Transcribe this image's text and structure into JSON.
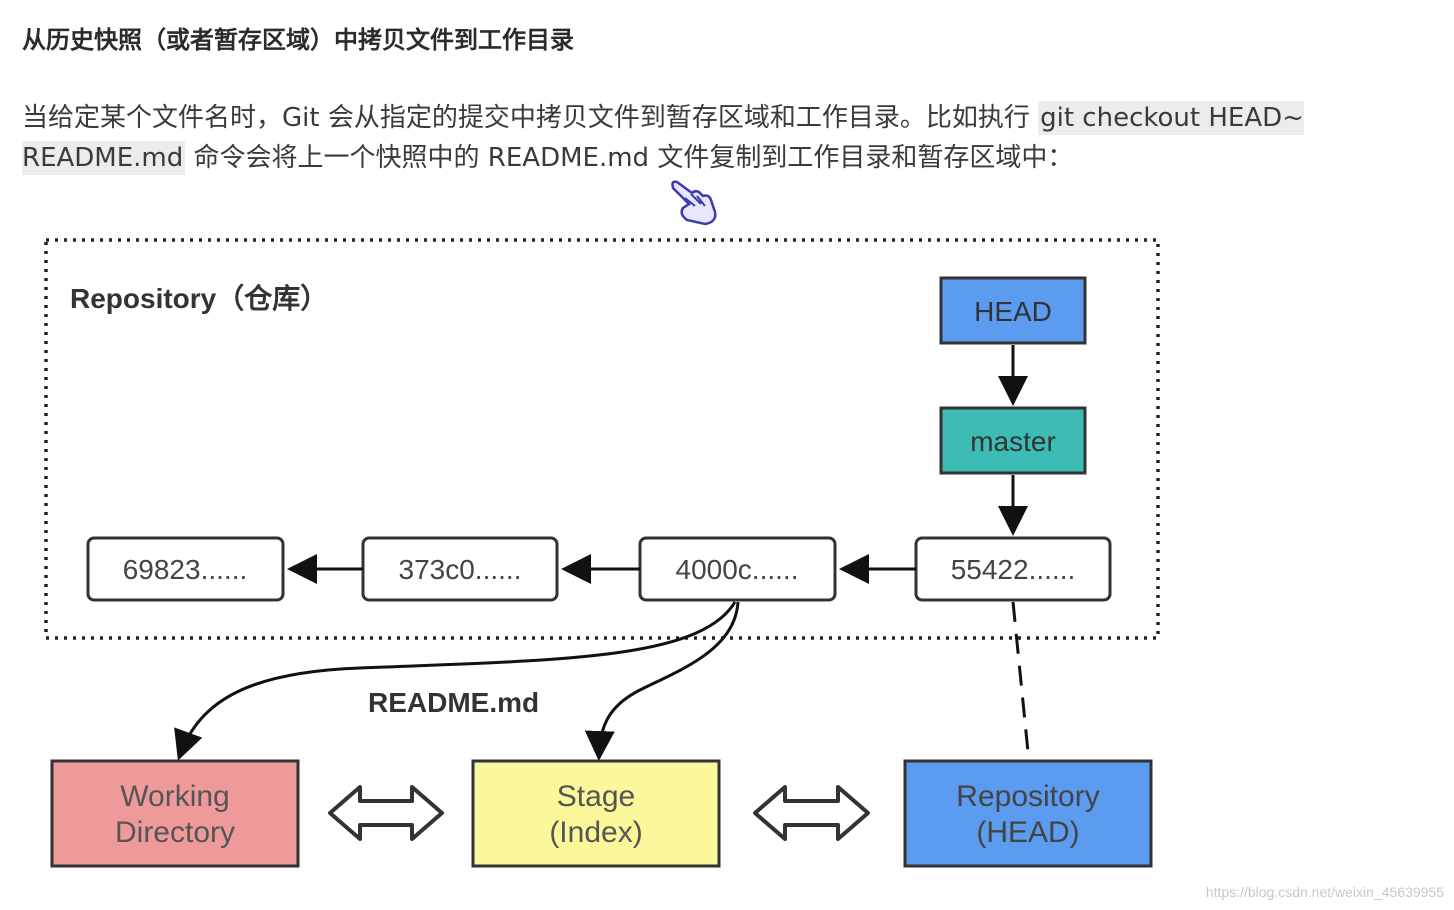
{
  "heading": "从历史快照（或者暂存区域）中拷贝文件到工作目录",
  "paragraph": {
    "text_before": "当给定某个文件名时，Git 会从指定的提交中拷贝文件到暂存区域和工作目录。比如执行 ",
    "code": "git checkout HEAD~ README.md",
    "text_after": " 命令会将上一个快照中的 README.md 文件复制到工作目录和暂存区域中："
  },
  "diagram": {
    "repository_label": "Repository（仓库）",
    "head_label": "HEAD",
    "master_label": "master",
    "commits": [
      "69823......",
      "373c0......",
      "4000c......",
      "55422......"
    ],
    "file_label": "README.md",
    "areas": {
      "working": [
        "Working",
        "Directory"
      ],
      "stage": [
        "Stage",
        "(Index)"
      ],
      "repo": [
        "Repository",
        "(HEAD)"
      ]
    },
    "colors": {
      "head_fill": "#5b9bf0",
      "master_fill": "#3cbcb4",
      "working_fill": "#ef9a9a",
      "stage_fill": "#fbf79b",
      "repo_fill": "#5b9bf0"
    }
  },
  "watermark": "https://blog.csdn.net/weixin_45639955"
}
